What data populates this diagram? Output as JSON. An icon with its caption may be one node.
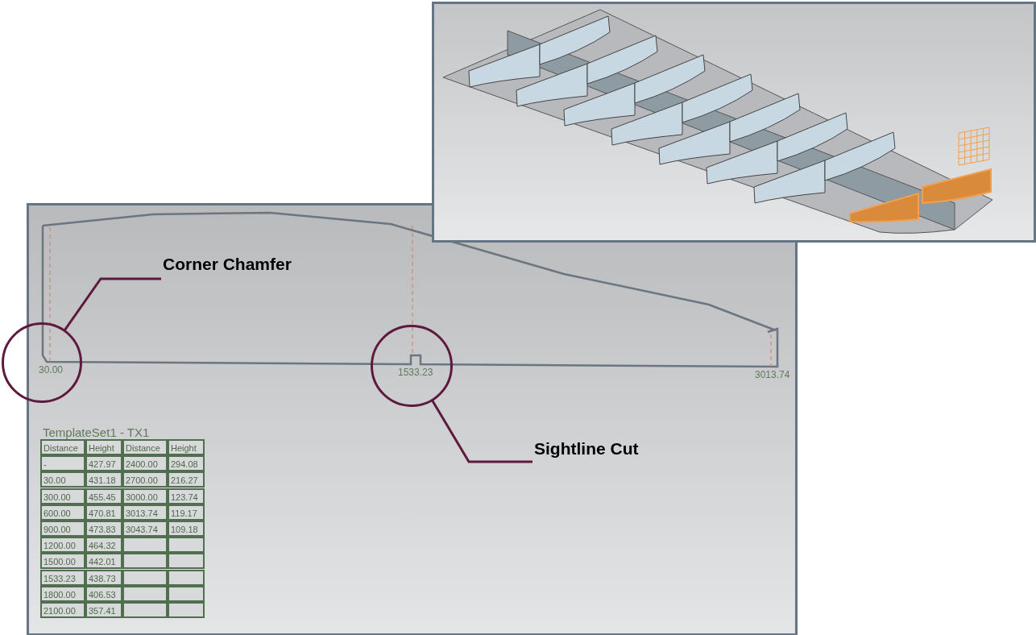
{
  "diagram": {
    "nodes": [
      {
        "text": [
          "Corner Chamfer"
        ]
      },
      {
        "text": [],
        "shape": "circle"
      },
      {
        "text": [],
        "shape": "circle"
      },
      {
        "text": [
          "Sightline Cut"
        ]
      }
    ],
    "edges": [
      {
        "from": 0,
        "to": 1,
        "arrow": "none"
      },
      {
        "from": 3,
        "to": 2,
        "arrow": "none"
      }
    ],
    "labels": [
      "30.00",
      "1533.23",
      "3013.74",
      "TemplateSet1 - TX1",
      "Distance",
      "Height",
      "Distance",
      "Height",
      "-",
      "427.97",
      "2400.00",
      "294.08",
      "30.00",
      "431.18",
      "2700.00",
      "216.27",
      "300.00",
      "455.45",
      "3000.00",
      "123.74",
      "600.00",
      "470.81",
      "3013.74",
      "119.17",
      "900.00",
      "473.83",
      "3043.74",
      "109.18",
      "1200.00",
      "464.32",
      "1500.00",
      "442.01",
      "1533.23",
      "438.73",
      "1800.00",
      "406.53",
      "2100.00",
      "357.41"
    ]
  }
}
